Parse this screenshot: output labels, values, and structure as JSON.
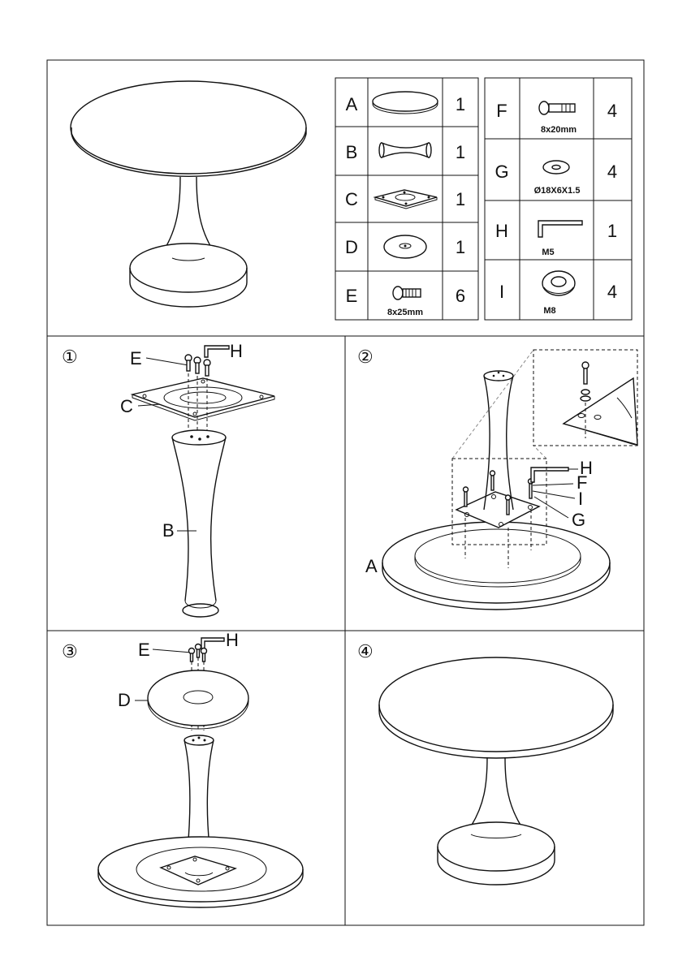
{
  "parts_left": [
    {
      "letter": "A",
      "qty": "1",
      "size": ""
    },
    {
      "letter": "B",
      "qty": "1",
      "size": ""
    },
    {
      "letter": "C",
      "qty": "1",
      "size": ""
    },
    {
      "letter": "D",
      "qty": "1",
      "size": ""
    },
    {
      "letter": "E",
      "qty": "6",
      "size": "8x25mm"
    }
  ],
  "parts_right": [
    {
      "letter": "F",
      "qty": "4",
      "size": "8x20mm"
    },
    {
      "letter": "G",
      "qty": "4",
      "size": "Ø18X6X1.5"
    },
    {
      "letter": "H",
      "qty": "1",
      "size": "M5"
    },
    {
      "letter": "I",
      "qty": "4",
      "size": "M8"
    }
  ],
  "steps": {
    "s1": {
      "num": "①",
      "labels": {
        "e": "E",
        "h": "H",
        "c": "C",
        "b": "B"
      }
    },
    "s2": {
      "num": "②",
      "labels": {
        "h": "H",
        "f": "F",
        "i": "I",
        "g": "G",
        "a": "A"
      }
    },
    "s3": {
      "num": "③",
      "labels": {
        "e": "E",
        "h": "H",
        "d": "D"
      }
    },
    "s4": {
      "num": "④"
    }
  }
}
